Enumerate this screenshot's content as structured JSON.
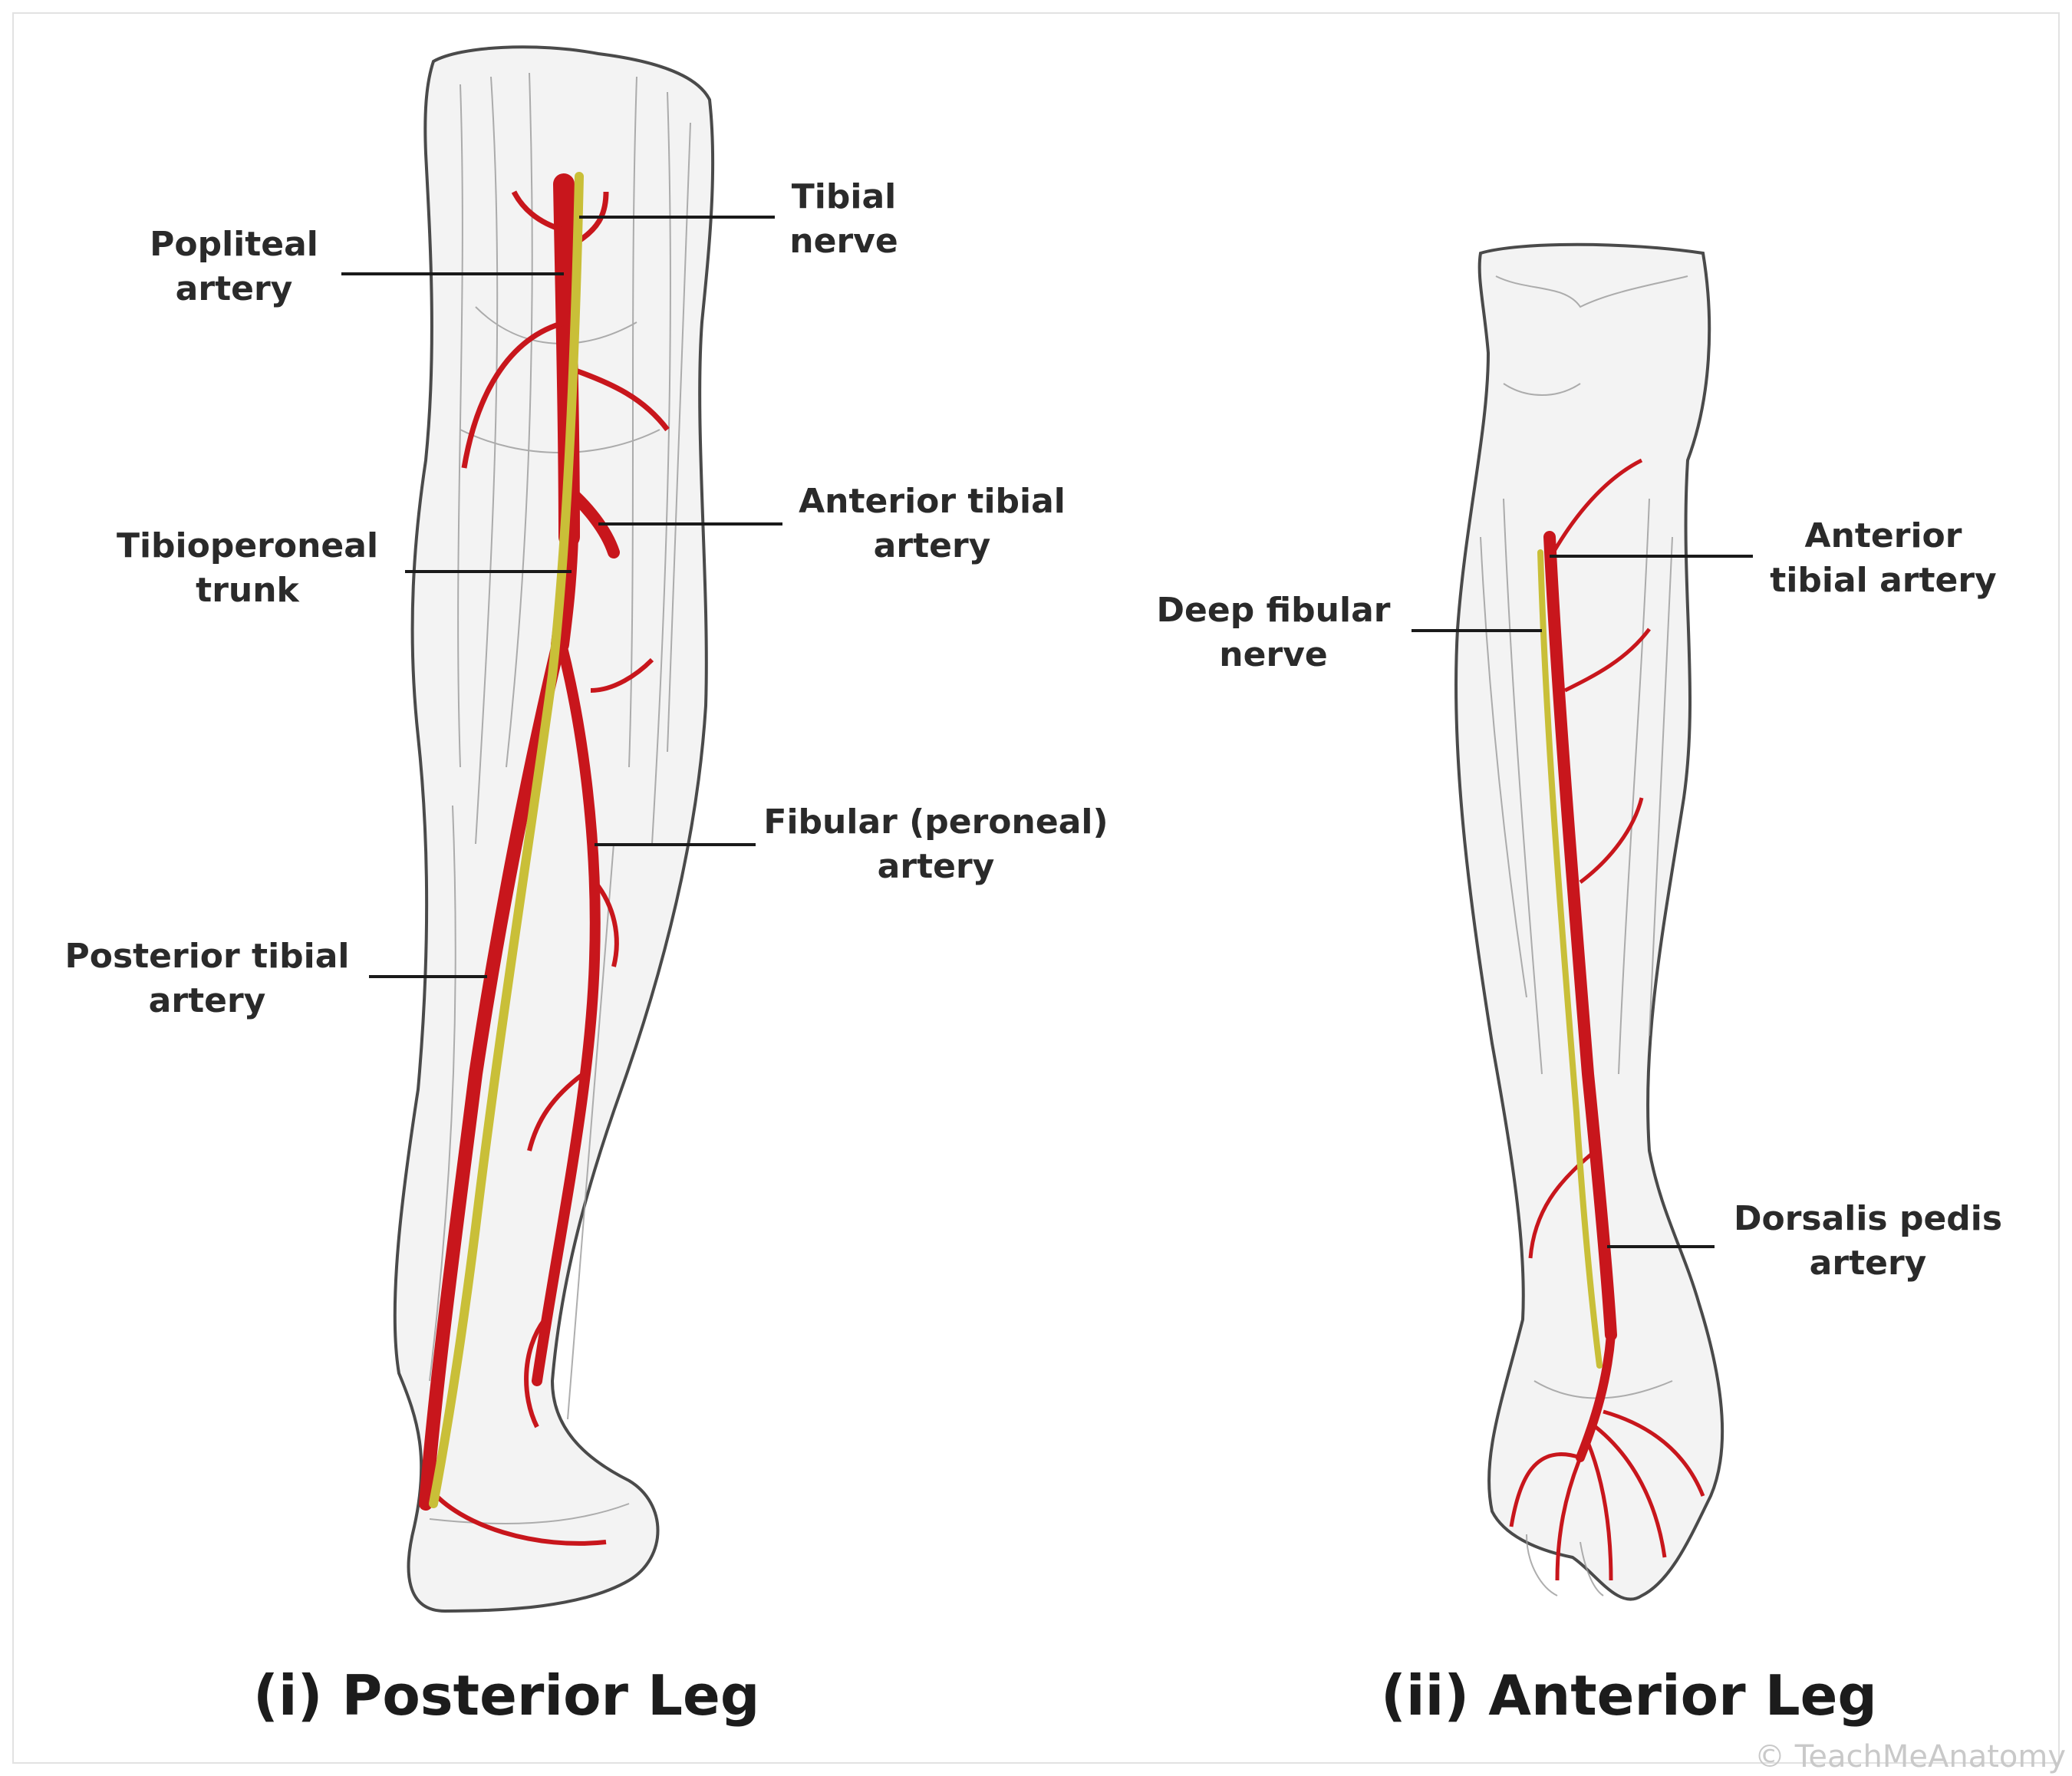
{
  "colors": {
    "artery": "#c8161c",
    "nerve": "#c9bf38",
    "outline": "#4a4a4a",
    "shade": "#9a9a9a",
    "label_text": "#2a2a2a",
    "leader": "#1a1a1a"
  },
  "posterior": {
    "caption": "(i) Posterior Leg",
    "labels": {
      "popliteal_l1": "Popliteal",
      "popliteal_l2": "artery",
      "tibial_nerve_l1": "Tibial",
      "tibial_nerve_l2": "nerve",
      "anterior_tibial_l1": "Anterior tibial",
      "anterior_tibial_l2": "artery",
      "tibioperoneal_l1": "Tibioperoneal",
      "tibioperoneal_l2": "trunk",
      "fibular_l1": "Fibular (peroneal)",
      "fibular_l2": "artery",
      "posterior_tibial_l1": "Posterior tibial",
      "posterior_tibial_l2": "artery"
    }
  },
  "anterior": {
    "caption": "(ii) Anterior Leg",
    "labels": {
      "anterior_tibial_l1": "Anterior",
      "anterior_tibial_l2": "tibial artery",
      "deep_fibular_l1": "Deep fibular",
      "deep_fibular_l2": "nerve",
      "dorsalis_pedis_l1": "Dorsalis pedis",
      "dorsalis_pedis_l2": "artery"
    }
  },
  "watermark": "TeachMeAnatomy"
}
